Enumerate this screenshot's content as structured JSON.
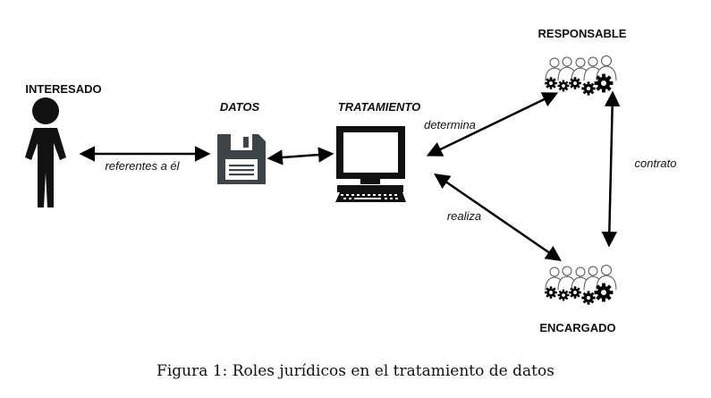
{
  "labels": {
    "interesado": "INTERESADO",
    "datos": "DATOS",
    "tratamiento": "TRATAMIENTO",
    "responsable": "RESPONSABLE",
    "encargado": "ENCARGADO"
  },
  "edges": {
    "interesado_datos": "referentes a él",
    "responsable_tratamiento": "determina",
    "encargado_tratamiento": "realiza",
    "responsable_encargado": "contrato"
  },
  "caption": "Figura 1: Roles jurídicos en el tratamiento de datos"
}
